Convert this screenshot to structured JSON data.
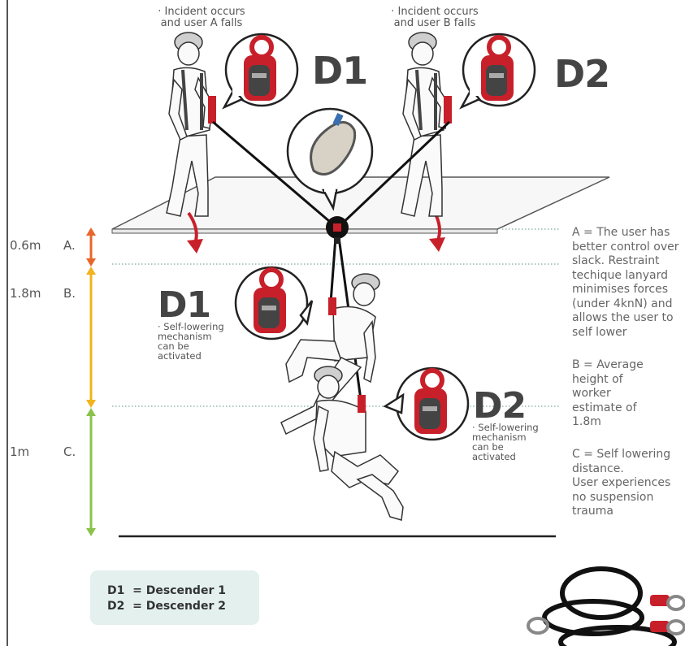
{
  "top": {
    "caption_a_line1": "· Incident occurs",
    "caption_a_line2": "and user A falls",
    "caption_b_line1": "· Incident occurs",
    "caption_b_line2": "and user B falls",
    "d1_label": "D1",
    "d2_label": "D2"
  },
  "fall": {
    "d1_label": "D1",
    "d1_mech_lines": [
      "· Self-lowering",
      "mechanism",
      "can be",
      "activated"
    ],
    "d2_label": "D2",
    "d2_mech_lines": [
      "· Self-lowering",
      "mechanism",
      "can be",
      "activated"
    ]
  },
  "measurements": {
    "a_value": "0.6m",
    "a_letter": "A.",
    "b_value": "1.8m",
    "b_letter": "B.",
    "c_value": "1m",
    "c_letter": "C."
  },
  "explanations": {
    "a_lines": [
      "A = The user has",
      "better control over",
      "slack. Restraint",
      "techique lanyard",
      "minimises forces",
      "(under 4knN) and",
      "allows the user to",
      "self lower"
    ],
    "b_lines": [
      "B = Average",
      "height of",
      "worker",
      "estimate of",
      "1.8m"
    ],
    "c_lines": [
      "C = Self lowering",
      "distance.",
      "User experiences",
      "no suspension",
      "trauma"
    ]
  },
  "legend": {
    "line1": "D1  = Descender 1",
    "line2": "D2  = Descender 2"
  },
  "colors": {
    "arrow_a": "#e8662a",
    "arrow_b": "#f2b31c",
    "arrow_c": "#8bc34a",
    "descender_red": "#c8202a",
    "legend_bg": "#e3f0ee"
  }
}
